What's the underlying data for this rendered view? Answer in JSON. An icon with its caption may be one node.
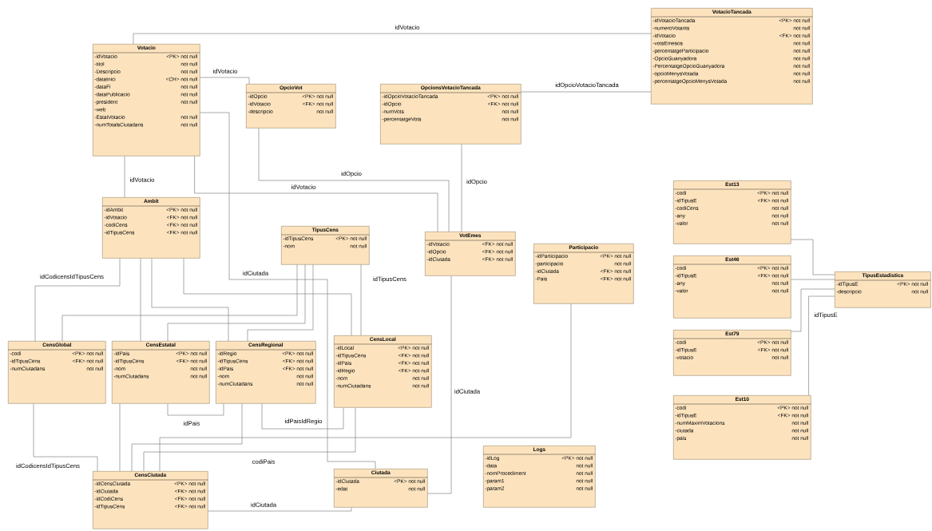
{
  "diagram": {
    "nodes": [
      {
        "text": [
          "Votacio",
          "-idVotacio",
          "<PK> not null",
          "-titol",
          "not null",
          "-Descripcio",
          "not null",
          "-dataInici",
          "<CH> not null",
          "-dataFi",
          "not null",
          "-dataPublicacio",
          "not null",
          "-president",
          "not null",
          "-web",
          "-EstatVotacio",
          "not null",
          "-numTotalsCiutadans",
          "not null"
        ]
      },
      {
        "text": [
          "OpcioVot",
          "-idOpcio",
          "<PK> not null",
          "-idVotacio",
          "<FK> not null",
          "-descripcio",
          "not null"
        ]
      },
      {
        "text": [
          "OpcionsVotacioTancada",
          "-idOpcioVotacioTancada",
          "<PK> not null",
          "-idOpcio",
          "<FK> not null",
          "-numVots",
          "not null",
          "-percentatgeVots",
          "not null"
        ]
      },
      {
        "text": [
          "VotacioTancada",
          "-idVotacioTancada",
          "<PK> not null",
          "-numeroVotants",
          "not null",
          "-idVotacio",
          "<FK> not null",
          "-votsEmesos",
          "not null",
          "-percentatgeParticipacio",
          "not null",
          "-OpcioGuanyadora",
          "not null",
          "-PercentatgeOpcioGuanyadora",
          "not null",
          "-opcioMenysVotada",
          "not null",
          "-percentatgeOpcioMenysVotada",
          "not null"
        ]
      },
      {
        "text": [
          "Ambit",
          "-idAmbit",
          "<PK> not null",
          "-idVotacio",
          "<FK> not null",
          "-codiCens",
          "<FK> not null",
          "-idTipusCens",
          "<FK> not null"
        ]
      },
      {
        "text": [
          "TipusCens",
          "-idTipusCens",
          "<PK> not null",
          "-nom",
          "not null"
        ]
      },
      {
        "text": [
          "VotEmes",
          "-idVotacio",
          "<FK> not null",
          "-idOpcio",
          "<FK> not null",
          "-idCiutada",
          "<FK> not null"
        ]
      },
      {
        "text": [
          "Participacio",
          "-idParticipacio",
          "<PK> not null",
          "-participacio",
          "not null",
          "-idCiutada",
          "<FK> not null",
          "-Pais",
          "<FK> not null"
        ]
      },
      {
        "text": [
          "Est13",
          "-codi",
          "<PK> not null",
          "-idTipusE",
          "<FK> not null",
          "-codiCens",
          "not null",
          "-any",
          "not null",
          "-valor",
          "not null"
        ]
      },
      {
        "text": [
          "Est46",
          "-codi",
          "<PK> not null",
          "-idTipusE",
          "<FK> not null",
          "-any",
          "not null",
          "-valor",
          "not null"
        ]
      },
      {
        "text": [
          "TipusEstadistica",
          "-idTipusE",
          "<PK> not null",
          "-descripcio",
          "not null"
        ]
      },
      {
        "text": [
          "Est79",
          "-codi",
          "<PK> not null",
          "-idTipusE",
          "<FK> not null",
          "-votacio",
          "not null"
        ]
      },
      {
        "text": [
          "Est10",
          "-codi",
          "<PK> not null",
          "-idTipusE",
          "<FK> not null",
          "-numMaximVotacions",
          "not null",
          "-ciutada",
          "not null",
          "-pais",
          "not null"
        ]
      },
      {
        "text": [
          "CensGlobal",
          "-codi",
          "<PK> not null",
          "-idTipusCens",
          "<FK> not null",
          "-numCiutadans",
          "not null"
        ]
      },
      {
        "text": [
          "CensEstatal",
          "-idPais",
          "<PK> not null",
          "-idTipusCens",
          "<FK> not null",
          "-nom",
          "not null",
          "-numCiutadans",
          "not null"
        ]
      },
      {
        "text": [
          "CensRegional",
          "-idRegio",
          "<PK> not null",
          "-idTipusCens",
          "<FK> not null",
          "-idPais",
          "<FK> not null",
          "-nom",
          "not null",
          "-numCiutadans",
          "not null"
        ]
      },
      {
        "text": [
          "CensLocal",
          "-idLocal",
          "<PK> not null",
          "-idTipusCens",
          "<FK> not null",
          "-idPais",
          "<FK> not null",
          "-idRegio",
          "<FK> not null",
          "-nom",
          "not null",
          "-numCiutadans",
          "not null"
        ]
      },
      {
        "text": [
          "CensCiutada",
          "-idCensCiutada",
          "<PK> not null",
          "-idCiutada",
          "<FK> not null",
          "-idCodiCens",
          "<FK> not null",
          "-idTipusCens",
          "<FK> not null"
        ]
      },
      {
        "text": [
          "Ciutada",
          "-idCiutada",
          "<PK> not null",
          "-edat",
          "not null"
        ]
      },
      {
        "text": [
          "Logs",
          "-idLog",
          "<PK> not null",
          "-data",
          "not null",
          "-nomProcediment",
          "not null",
          "-param1",
          "not null",
          "-param2",
          "not null"
        ]
      }
    ],
    "edges": [
      {
        "from": 0,
        "to": 3,
        "arrow": "none",
        "label": "idVotacio"
      },
      {
        "from": 0,
        "to": 1,
        "arrow": "none",
        "label": "idVotacio"
      },
      {
        "from": 2,
        "to": 3,
        "arrow": "none",
        "label": "idOpcioVotacioTancada"
      },
      {
        "from": 0,
        "to": 4,
        "arrow": "none",
        "label": "idVotacio"
      },
      {
        "from": 0,
        "to": 6,
        "arrow": "none",
        "label": "idVotacio"
      },
      {
        "from": 1,
        "to": 6,
        "arrow": "none",
        "label": "idOpcio"
      },
      {
        "from": 2,
        "to": 6,
        "arrow": "none",
        "label": "idOpcio"
      },
      {
        "from": 0,
        "to": 18,
        "arrow": "none",
        "label": "idCiutada"
      },
      {
        "from": 6,
        "to": 18,
        "arrow": "none",
        "label": "idCiutada"
      },
      {
        "from": 4,
        "to": 13,
        "arrow": "none",
        "label": "idCodicensIdTipusCens"
      },
      {
        "from": 4,
        "to": 14,
        "arrow": "none"
      },
      {
        "from": 4,
        "to": 15,
        "arrow": "none"
      },
      {
        "from": 4,
        "to": 16,
        "arrow": "none"
      },
      {
        "from": 5,
        "to": 13,
        "arrow": "none"
      },
      {
        "from": 5,
        "to": 14,
        "arrow": "none"
      },
      {
        "from": 5,
        "to": 15,
        "arrow": "none"
      },
      {
        "from": 5,
        "to": 16,
        "arrow": "none",
        "label": "idTipusCens"
      },
      {
        "from": 14,
        "to": 15,
        "arrow": "none",
        "label": "idPais"
      },
      {
        "from": 15,
        "to": 16,
        "arrow": "none",
        "label": "idPaisIdRegio"
      },
      {
        "from": 13,
        "to": 17,
        "arrow": "none",
        "label": "idCodicensIdTipusCens"
      },
      {
        "from": 14,
        "to": 17,
        "arrow": "none"
      },
      {
        "from": 15,
        "to": 17,
        "arrow": "none"
      },
      {
        "from": 16,
        "to": 17,
        "arrow": "none",
        "label": "codiPais"
      },
      {
        "from": 7,
        "to": 17,
        "arrow": "none"
      },
      {
        "from": 17,
        "to": 18,
        "arrow": "none",
        "label": "idCiutada"
      },
      {
        "from": 8,
        "to": 10,
        "arrow": "none"
      },
      {
        "from": 9,
        "to": 10,
        "arrow": "none"
      },
      {
        "from": 11,
        "to": 10,
        "arrow": "none"
      },
      {
        "from": 12,
        "to": 10,
        "arrow": "none",
        "label": "idTipusE"
      }
    ]
  }
}
